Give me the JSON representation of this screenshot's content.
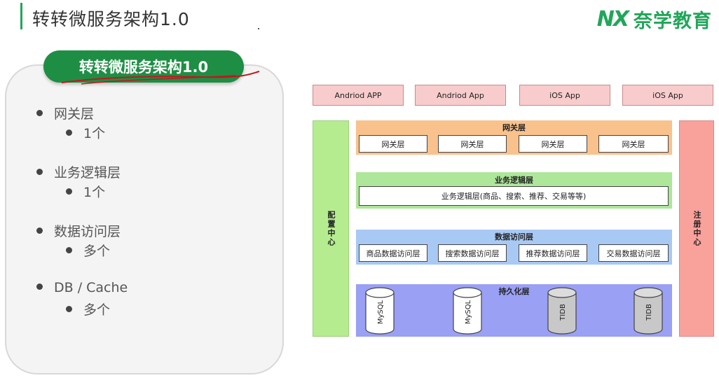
{
  "header": {
    "title": "转转微服务架构1.0",
    "brand_logo": "NX",
    "brand_name": "奈学教育",
    "accent_color": "#21a65a"
  },
  "left_panel": {
    "pill_title": "转转微服务架构1.0",
    "items": [
      {
        "label": "网关层",
        "sub": "1个"
      },
      {
        "label": "业务逻辑层",
        "sub": "1个"
      },
      {
        "label": "数据访问层",
        "sub": "多个"
      },
      {
        "label": "DB / Cache",
        "sub": "多个"
      }
    ]
  },
  "diagram": {
    "clients": [
      "Andriod APP",
      "Andriod App",
      "iOS App",
      "iOS App"
    ],
    "config_center": "配置中心",
    "registry_center": "注册中心",
    "gateway": {
      "title": "网关层",
      "boxes": [
        "网关层",
        "网关层",
        "网关层",
        "网关层"
      ],
      "color": "#f9c28d"
    },
    "business": {
      "title": "业务逻辑层",
      "box": "业务逻辑层(商品、搜索、推荐、交易等等)",
      "color": "#aee69a"
    },
    "data_access": {
      "title": "数据访问层",
      "boxes": [
        "商品数据访问层",
        "搜索数据访问层",
        "推荐数据访问层",
        "交易数据访问层"
      ],
      "color": "#a9c9f5"
    },
    "persistence": {
      "title": "持久化层",
      "dbs": [
        "MySQL",
        "MySQL",
        "TIDB",
        "TIDB"
      ],
      "color": "#9aa0f4"
    }
  }
}
